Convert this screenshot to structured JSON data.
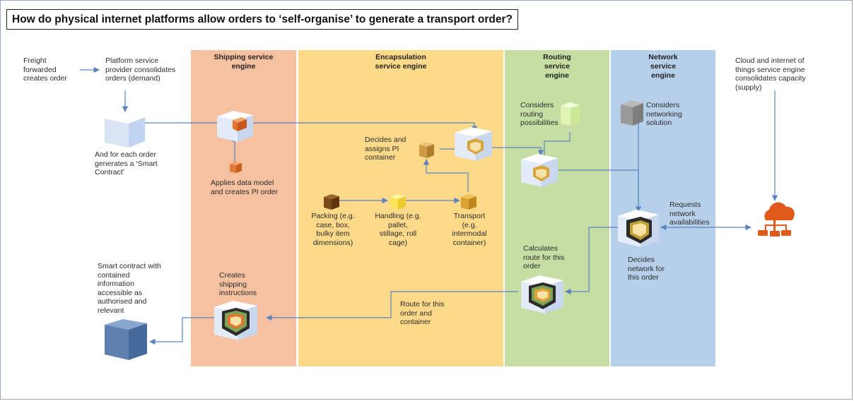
{
  "title": "How do physical internet platforms allow orders to ‘self-organise’ to generate a transport order?",
  "colors": {
    "shipping": "#f5c1a0",
    "encapsulation": "#fdd98a",
    "routing": "#c6dea4",
    "network": "#b6d0ea",
    "arrow": "#5b83c2",
    "cloud": "#e05a1c"
  },
  "bands": {
    "shipping": "Shipping service engine",
    "encapsulation": "Encapsulation service engine",
    "routing": "Routing service engine",
    "network": "Network service engine"
  },
  "labels": {
    "freight": "Freight forwarded creates order",
    "platform": "Platform service provider consolidates orders (demand)",
    "smart_contract": "And for each order generates a ‘Smart Contract’",
    "applies": "Applies data model and creates PI order",
    "decides_assigns": "Decides and assigns PI container",
    "packing": "Packing (e.g. case, box, bulky item dimensions)",
    "handling": "Handling (e.g. pallet, stillage, roll cage)",
    "transport": "Transport (e.g. intermodal container)",
    "considers_routing": "Considers routing possibilities",
    "calculates": "Calculates route for this order",
    "route_for": "Route for this order and container",
    "considers_network": "Considers networking solution",
    "requests": "Requests network availabilities",
    "decides_network": "Decides network for this order",
    "cloud": "Cloud and internet of things service engine consolidates capacity (supply)",
    "creates_shipping": "Creates shipping instructions",
    "smart_info": "Smart contract with contained information accessible as authorised and relevant"
  }
}
